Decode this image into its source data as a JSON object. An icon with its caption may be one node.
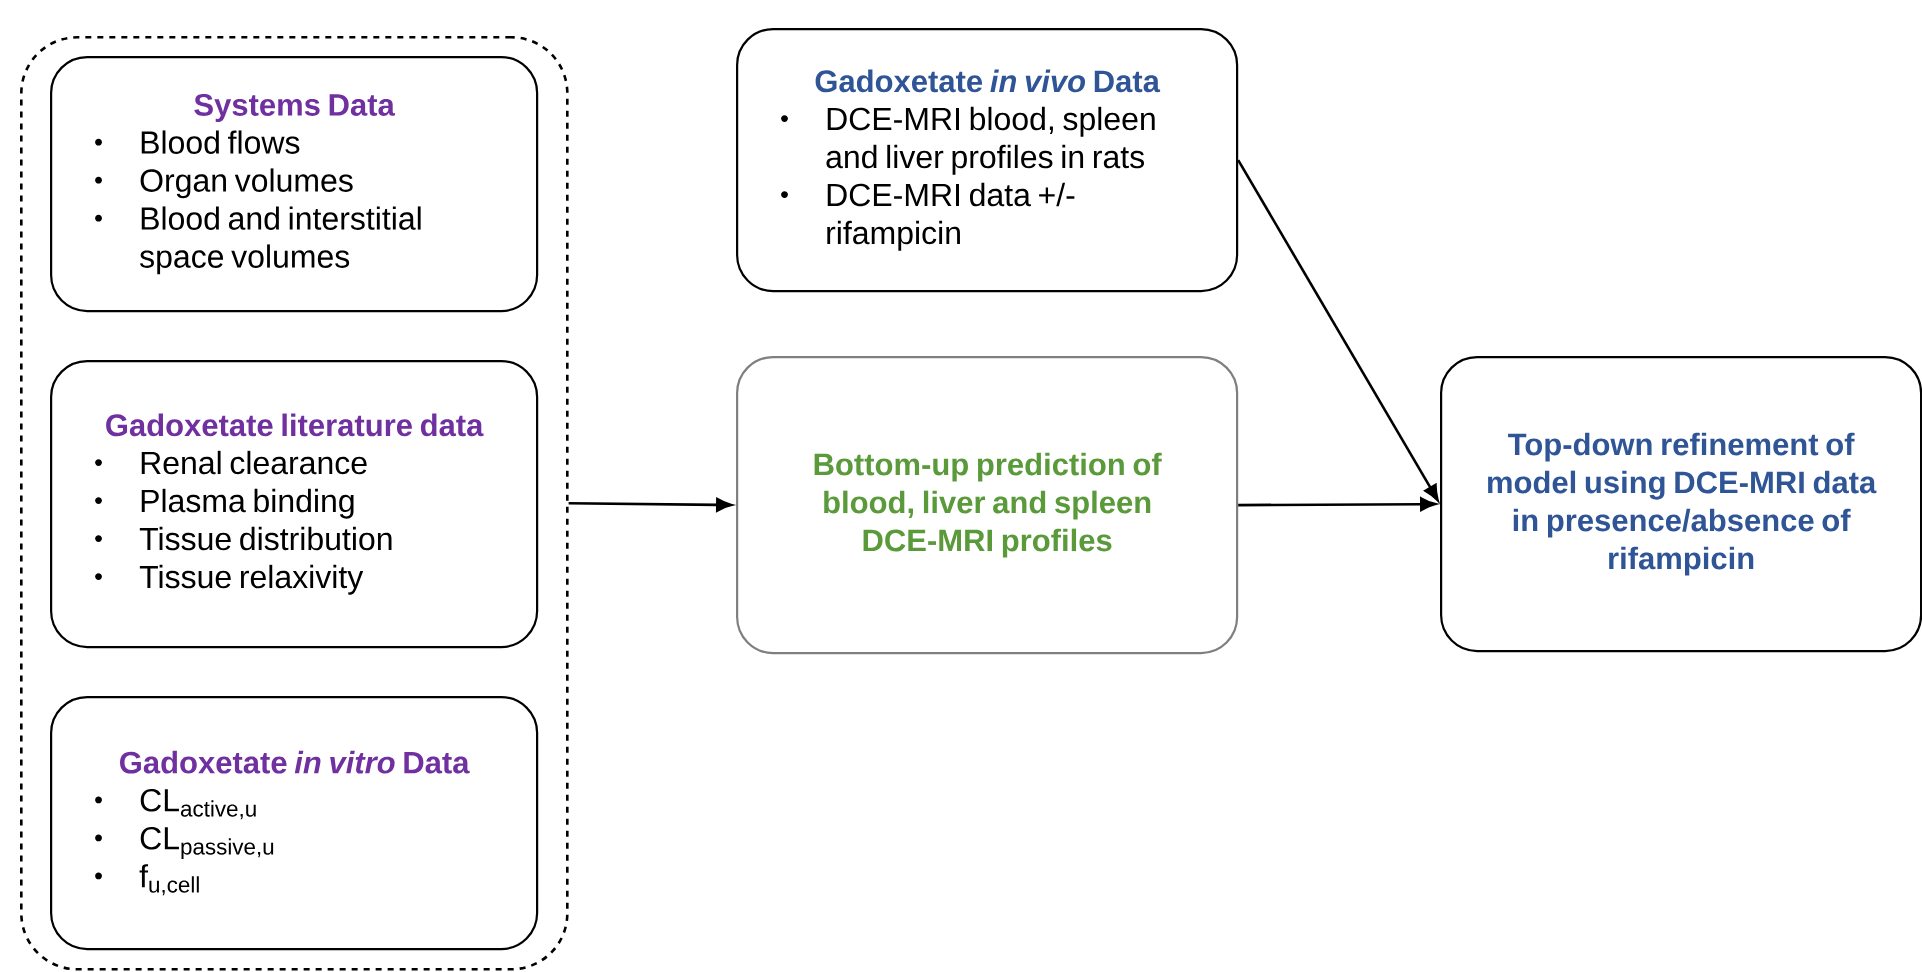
{
  "diagram": {
    "nodes": [
      {
        "text": [],
        "shape": "box"
      },
      {
        "text": [
          "Systems Data",
          "Blood flows",
          "Organ volumes",
          "Blood and interstitial space volumes"
        ],
        "in": 0
      },
      {
        "text": [
          "Gadoxetate literature data",
          "Renal clearance",
          "Plasma binding",
          "Tissue distribution",
          "Tissue relaxivity"
        ],
        "in": 0
      },
      {
        "text": [
          "Gadoxetate *in vitro* Data",
          "CL$_{active,u}$",
          "CL$_{passive,u}$",
          "f$_{u,cell}$"
        ],
        "in": 0
      },
      {
        "text": [
          "Gadoxetate *in vivo* Data",
          "DCE-MRI blood, spleen and liver profiles in rats",
          "DCE-MRI data +/- rifampicin"
        ]
      },
      {
        "text": [
          "Bottom-up prediction of blood, liver and spleen DCE-MRI profiles"
        ]
      },
      {
        "text": [
          "Top-down refinement of model using DCE-MRI data in presence/absence of rifampicin"
        ]
      }
    ],
    "edges": [
      {
        "from": 0,
        "to": 5,
        "arrow": "to"
      },
      {
        "from": 4,
        "to": 6,
        "arrow": "to"
      },
      {
        "from": 5,
        "to": 6,
        "arrow": "to"
      }
    ]
  }
}
